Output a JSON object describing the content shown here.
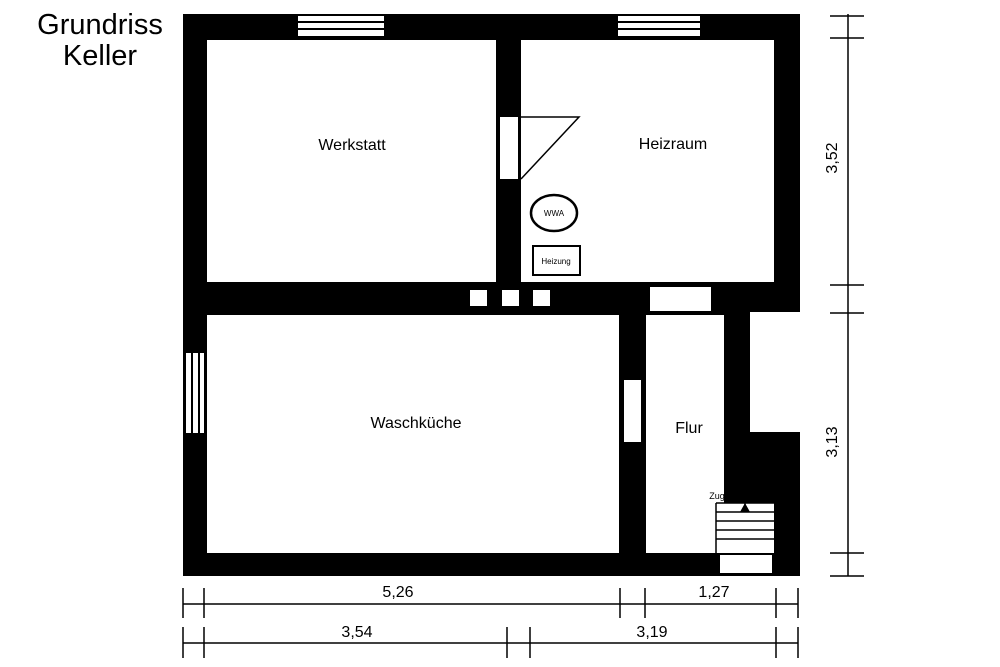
{
  "title": {
    "line1": "Grundriss",
    "line2": "Keller"
  },
  "rooms": {
    "werkstatt": "Werkstatt",
    "heizraum": "Heizraum",
    "waschkueche": "Waschküche",
    "flur": "Flur"
  },
  "fixtures": {
    "wwa": "WWA",
    "heizung": "Heizung",
    "zugang": "Zugang zum EG"
  },
  "dimensions": {
    "top_height": "3,52",
    "bottom_height": "3,13",
    "width_left": "5,26",
    "width_right": "1,27",
    "width_bottom_left": "3,54",
    "width_bottom_right": "3,19"
  }
}
